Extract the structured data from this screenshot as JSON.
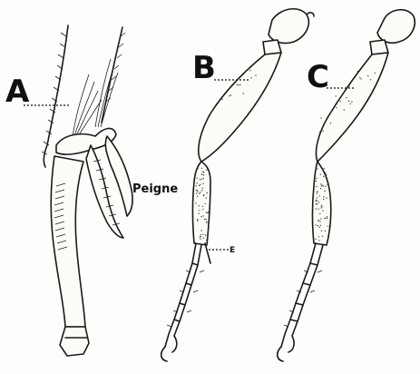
{
  "labels": {
    "A": "A",
    "B": "B",
    "C": "C",
    "peigne": "Peigne",
    "e": "E"
  }
}
